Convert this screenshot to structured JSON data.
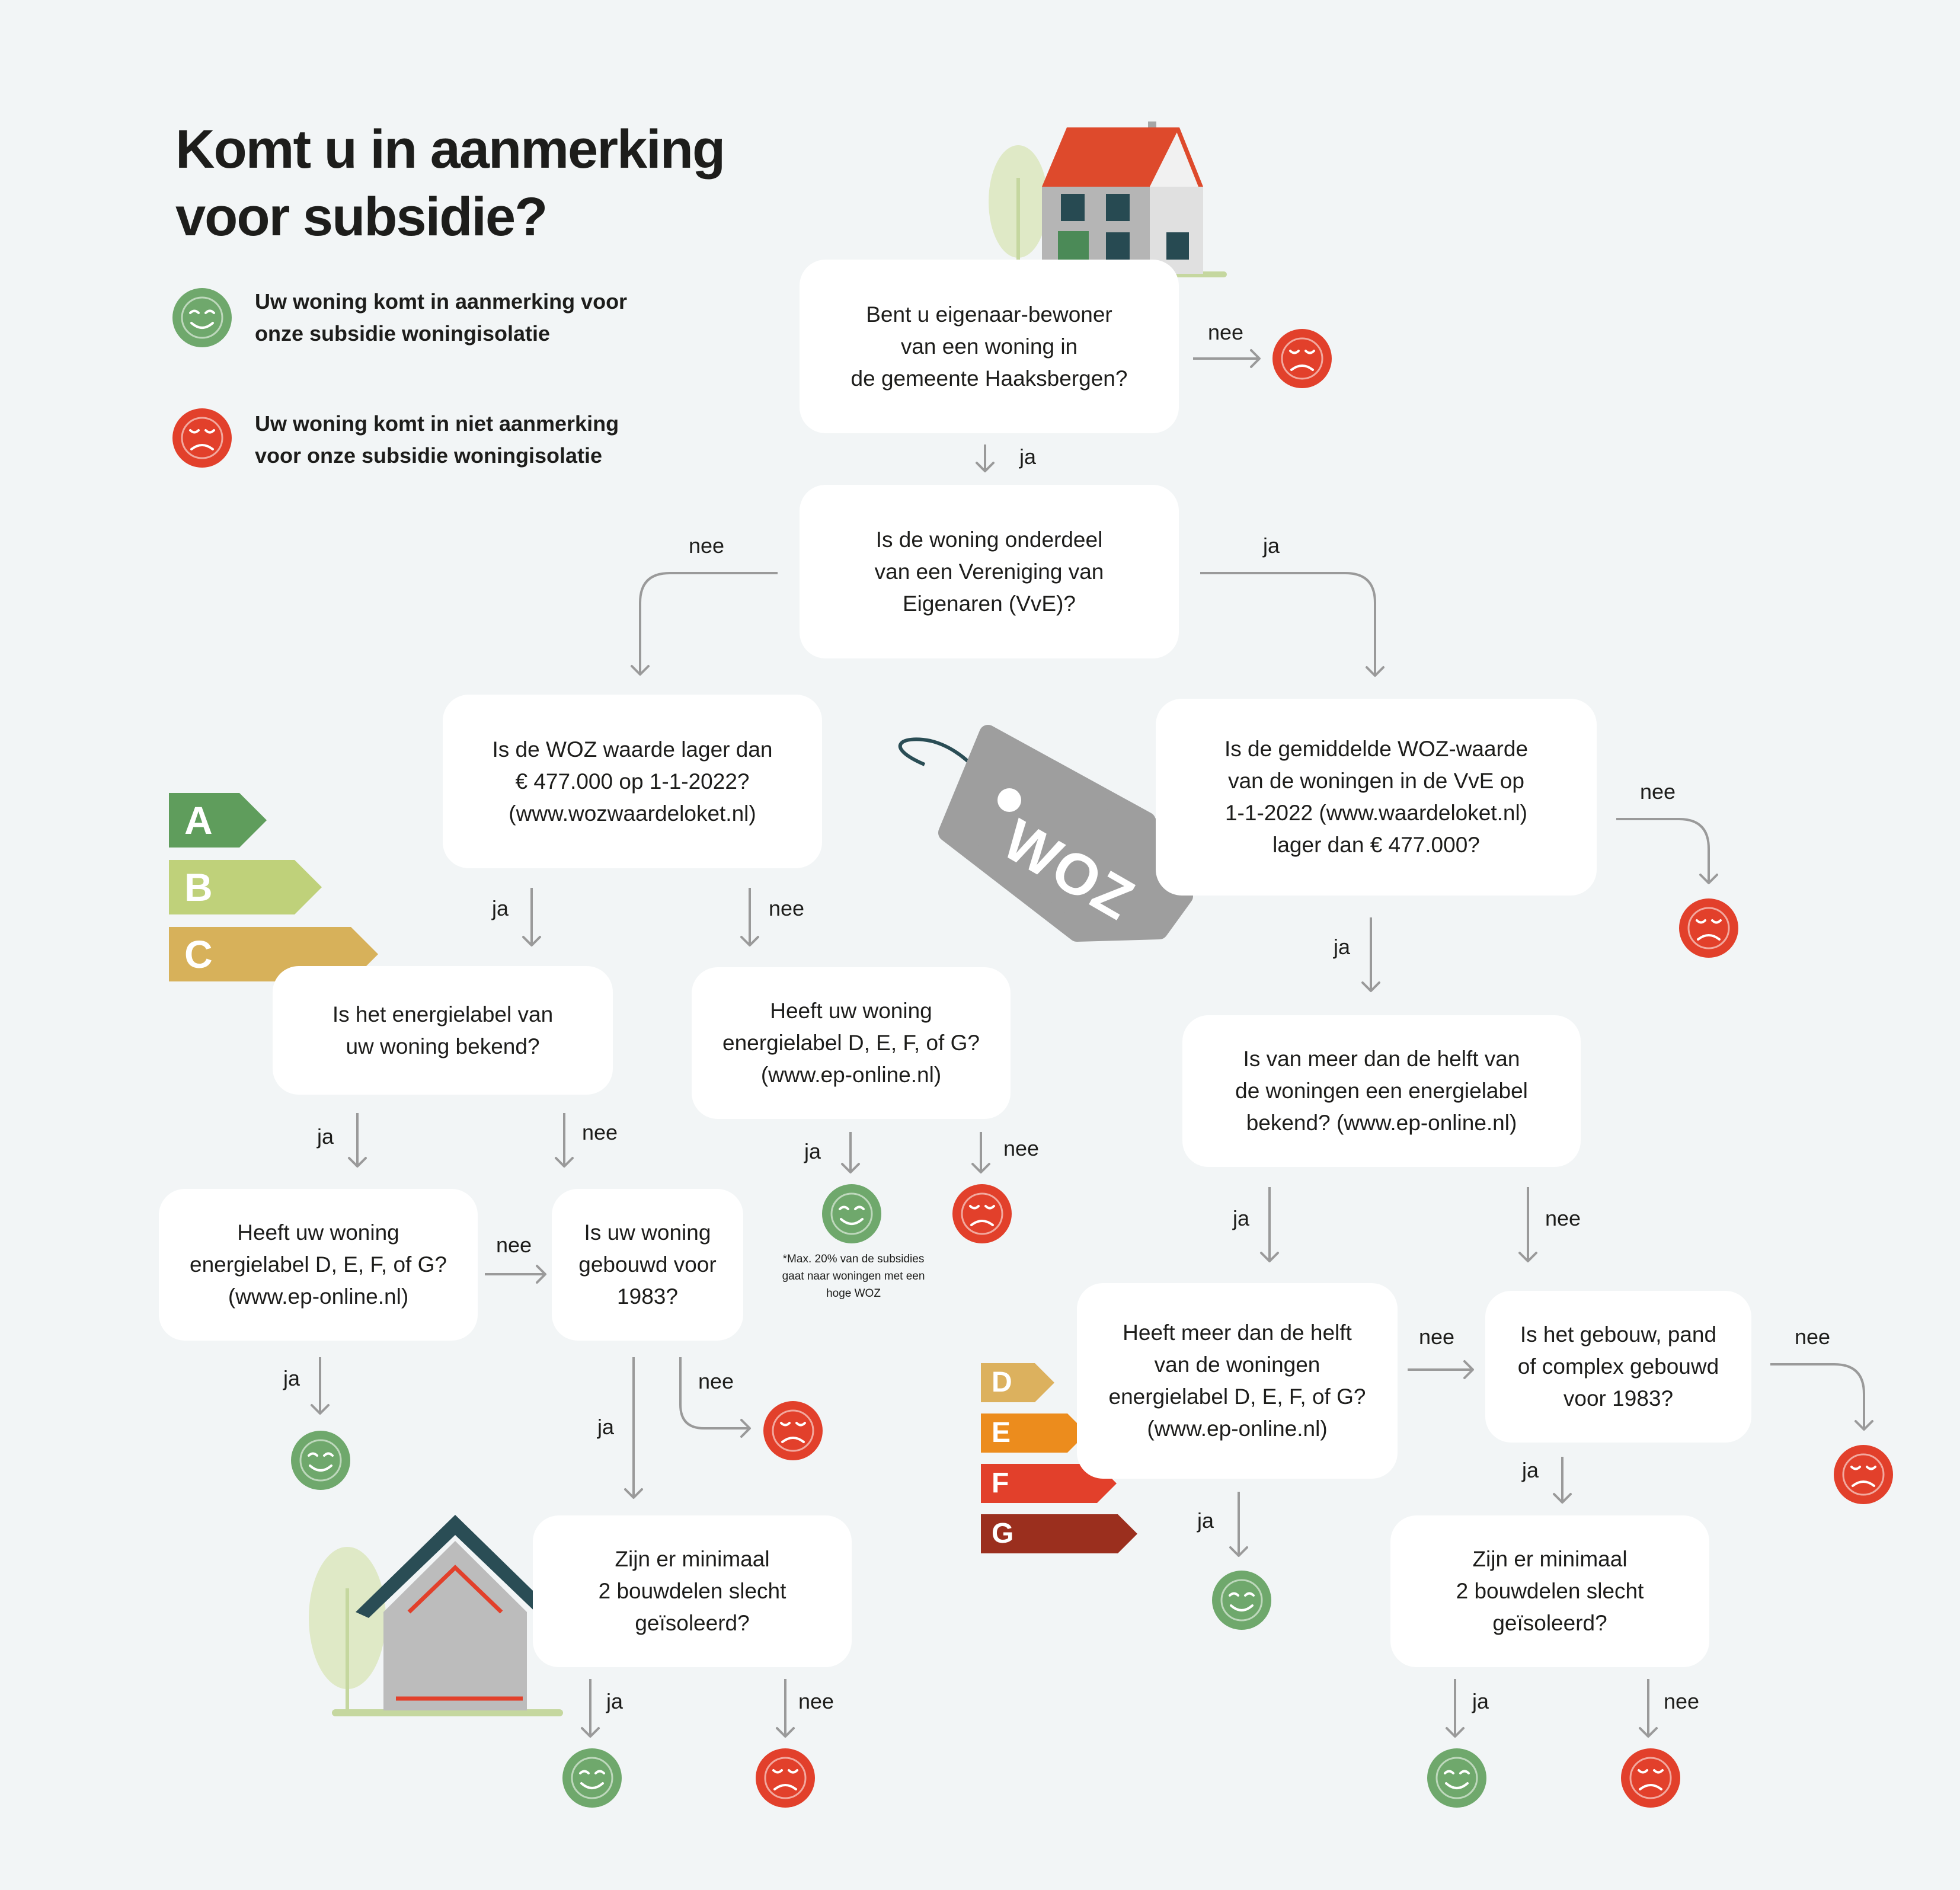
{
  "title": "Komt u in aanmerking\nvoor subsidie?",
  "legend": {
    "yes_text": "Uw woning komt in aanmerking voor\nonze subsidie woningisolatie",
    "no_text": "Uw woning komt in niet aanmerking\nvoor onze subsidie woningisolatie"
  },
  "colors": {
    "yes": "#6fa86c",
    "no": "#e2402b",
    "line": "#9a9a9a",
    "box": "#ffffff",
    "background": "#f2f5f6"
  },
  "questions": {
    "q1": "Bent u eigenaar-bewoner\nvan een woning in\nde gemeente Haaksbergen?",
    "q2": "Is de woning onderdeel\nvan een Vereniging van\nEigenaren (VvE)?",
    "q3": "Is de WOZ waarde lager dan\n€ 477.000 op 1-1-2022?\n(www.wozwaardeloket.nl)",
    "q4": "Is de gemiddelde WOZ-waarde\nvan de woningen in de VvE op\n1-1-2022 (www.waardeloket.nl)\nlager dan € 477.000?",
    "q5": "Is het energielabel van\nuw woning bekend?",
    "q6": "Heeft uw woning\nenergielabel D, E, F, of G?\n(www.ep-online.nl)",
    "q7": "Heeft uw woning\nenergielabel D, E, F, of G?\n(www.ep-online.nl)",
    "q8": "Is uw woning\ngebouwd voor\n1983?",
    "q9": "Zijn er minimaal\n2 bouwdelen slecht\ngeïsoleerd?",
    "q10": "Is van meer dan de helft van\nde woningen een energielabel\nbekend? (www.ep-online.nl)",
    "q11": "Heeft meer dan de helft\nvan de woningen\nenergielabel D, E, F, of G?\n(www.ep-online.nl)",
    "q12": "Is het gebouw, pand\nof complex gebouwd\nvoor 1983?",
    "q13": "Zijn er minimaal\n2 bouwdelen slecht\ngeïsoleerd?"
  },
  "answers": {
    "yes": "ja",
    "no": "nee"
  },
  "note": "*Max. 20% van de subsidies\ngaat naar woningen met een\nhoge WOZ",
  "woz_tag": "WOZ",
  "energy_labels": {
    "good": [
      "A",
      "B",
      "C"
    ],
    "bad": [
      "D",
      "E",
      "F",
      "G"
    ]
  },
  "label_colors": {
    "A": "#5f9d5c",
    "B": "#bfd17a",
    "C": "#d7b15a",
    "D": "#dcb15e",
    "E": "#ec8c1d",
    "F": "#e2402b",
    "G": "#9b2f1e"
  }
}
